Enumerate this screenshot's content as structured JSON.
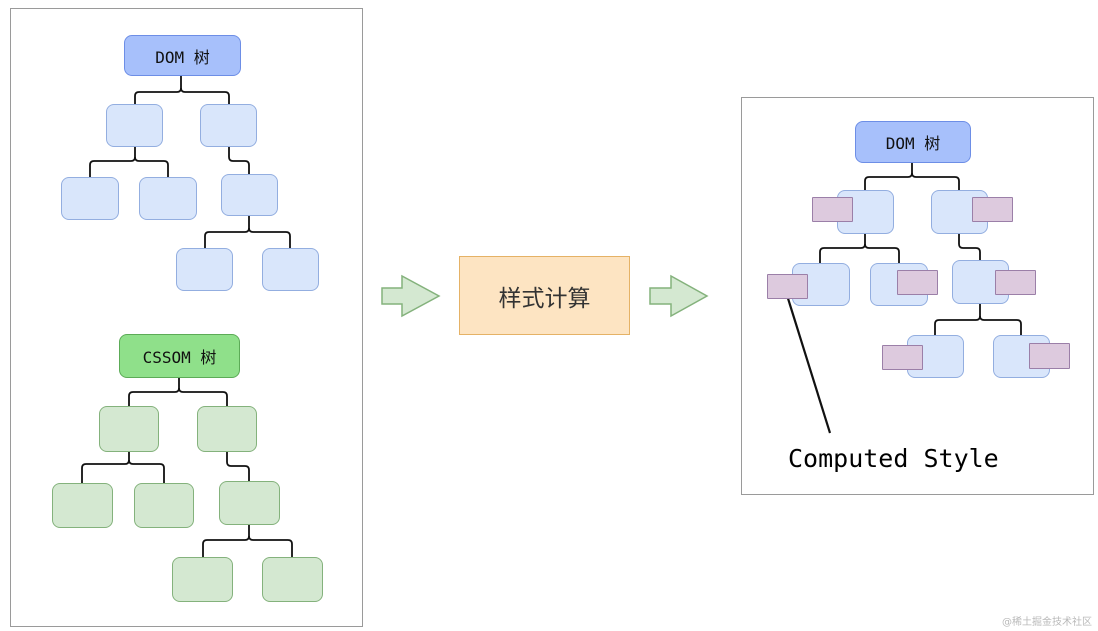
{
  "left_panel": {
    "dom_tree_label": "DOM 树",
    "cssom_tree_label": "CSSOM 树"
  },
  "middle": {
    "process_label": "样式计算"
  },
  "right_panel": {
    "dom_tree_label": "DOM 树",
    "annotation_label": "Computed Style"
  },
  "watermark": "@稀土掘金技术社区",
  "colors": {
    "dom_root": "#a7c0fb",
    "dom_node": "#d9e6fb",
    "cssom_root": "#8fe08a",
    "cssom_node": "#d4e8d1",
    "process_box": "#fde4c2",
    "computed_style_box": "#ddcade",
    "arrow": "#d4e8d1"
  }
}
